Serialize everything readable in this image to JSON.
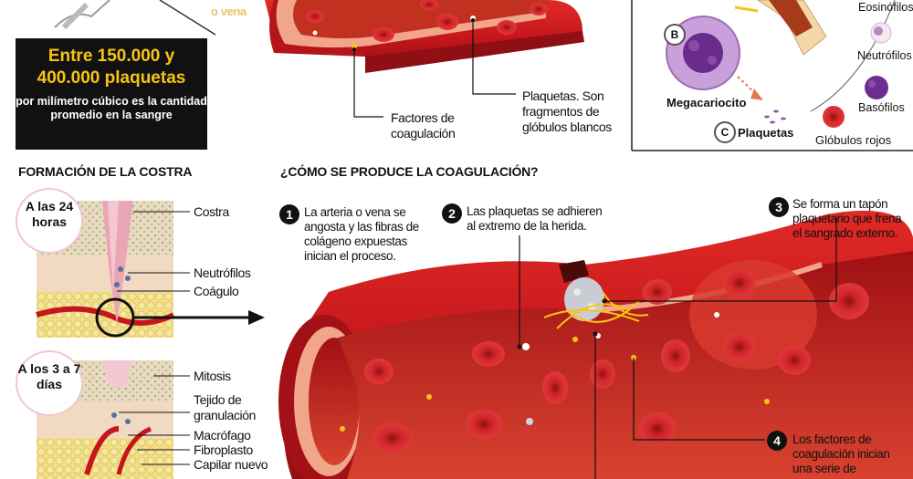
{
  "top_left": {
    "partial_text": "o vena",
    "stat_big": "Entre 150.000 y 400.000 plaquetas",
    "stat_small": "por milímetro cúbico es la cantidad promedio en la sangre"
  },
  "top_vessel": {
    "label_factores": "Factores de coagulación",
    "label_plaquetas": "Plaquetas. Son fragmentos de glóbulos blancos"
  },
  "blood_cells": {
    "letter_b": "B",
    "letter_c": "C",
    "megacariocito": "Megacariocito",
    "plaquetas": "Plaquetas",
    "globulos_rojos": "Glóbulos rojos",
    "eosinofilos": "Eosinófilos",
    "neutrofilos": "Neutrófilos",
    "basofilos": "Basófilos"
  },
  "costra": {
    "title": "FORMACIÓN DE LA COSTRA",
    "stage1": "A las 24 horas",
    "stage2": "A los 3 a 7 días",
    "labels1": [
      "Costra",
      "Neutrófilos",
      "Coágulo"
    ],
    "labels2": [
      "Mitosis",
      "Tejido de granulación",
      "Macrófago",
      "Fibroplasto",
      "Capilar nuevo"
    ]
  },
  "coagulacion": {
    "title": "¿CÓMO SE PRODUCE LA COAGULACIÓN?",
    "steps": [
      {
        "num": "1",
        "text": "La arteria o vena se angosta y las fibras de colágeno expuestas inician el proceso."
      },
      {
        "num": "2",
        "text": "Las plaquetas se adhieren al extremo de la herida."
      },
      {
        "num": "3",
        "text": "Se forma un tapón plaquetario que frena el sangrado externo."
      },
      {
        "num": "4",
        "text": "Los factores de coagulación inician una serie de"
      }
    ]
  },
  "colors": {
    "blood_red": "#c4161c",
    "dark_red": "#8e0f14",
    "inner_wall": "#f3a37f",
    "accent_yellow": "#f6c514",
    "panel_black": "#111111",
    "pink_border": "#f2c6cf"
  }
}
